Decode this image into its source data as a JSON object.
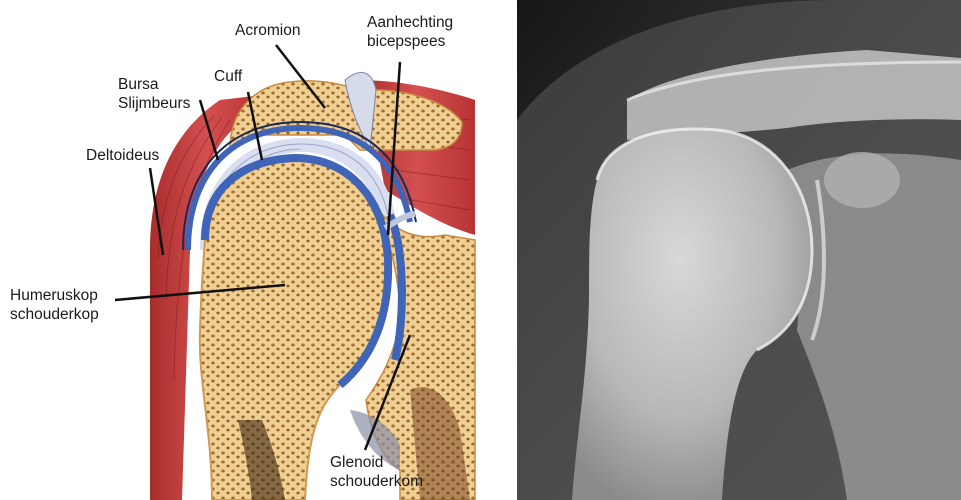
{
  "anatomy_labels": {
    "acromion": "Acromion",
    "biceps_attachment": [
      "Aanhechting",
      "bicepspees"
    ],
    "cuff": "Cuff",
    "bursa": [
      "Bursa",
      "Slijmbeurs"
    ],
    "deltoid": "Deltoideus",
    "humeral_head": [
      "Humeruskop",
      "schouderkop"
    ],
    "glenoid": [
      "Glenoid",
      "schouderkom"
    ]
  },
  "colors": {
    "bone": "#ecc98a",
    "bone_pore": "#9a6a30",
    "muscle": "#c84040",
    "cartilage_blue": "#3f64b8",
    "bursa_line": "#1d2a55",
    "xray_bg": "#222222"
  },
  "images": {
    "left": "shoulder-anatomy-illustration",
    "right": "shoulder-x-ray"
  }
}
